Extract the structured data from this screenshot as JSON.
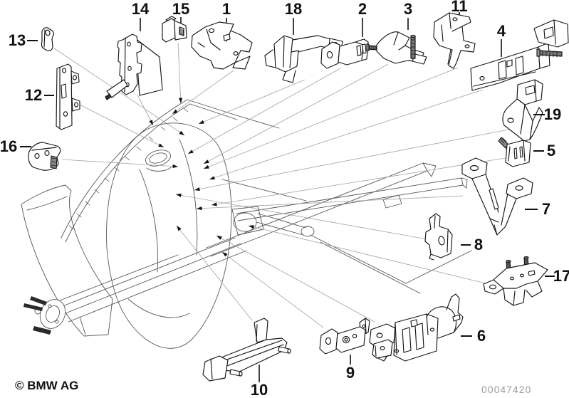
{
  "diagram": {
    "callouts": {
      "c1": "1",
      "c2": "2",
      "c3": "3",
      "c4": "4",
      "c5": "5",
      "c6": "6",
      "c7": "7",
      "c8": "8",
      "c9": "9",
      "c10": "10",
      "c11": "11",
      "c12": "12",
      "c13": "13",
      "c14": "14",
      "c15": "15",
      "c16": "16",
      "c17": "17",
      "c18": "18",
      "c19": "19"
    },
    "footer": {
      "copyright": "© BMW AG",
      "document_number": "00047420"
    }
  }
}
